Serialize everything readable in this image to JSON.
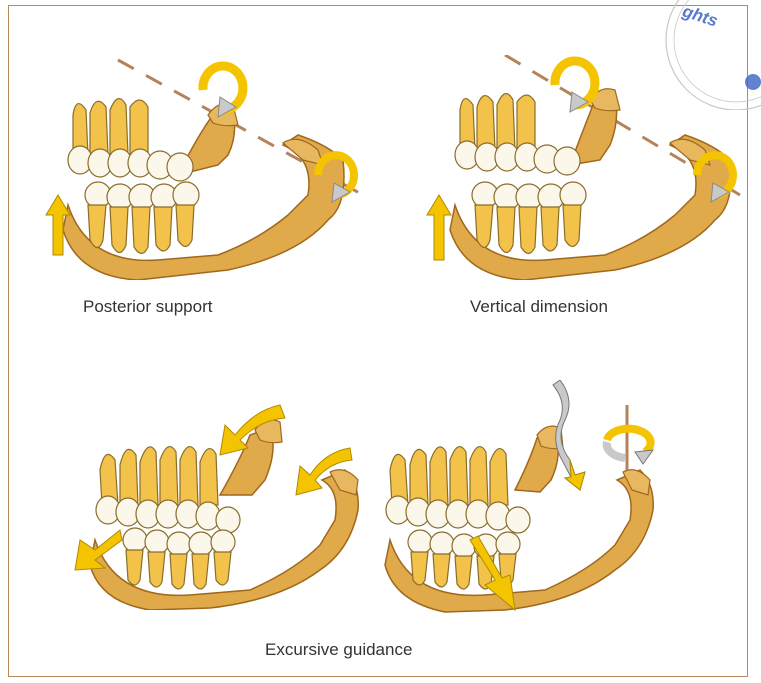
{
  "figure": {
    "captions": {
      "posterior_support": "Posterior support",
      "vertical_dimension": "Vertical dimension",
      "excursive_guidance": "Excursive guidance"
    },
    "watermark_text": "ghts",
    "colors": {
      "frame": "#b58a5c",
      "bone": "#e0a94a",
      "bone_shade": "#c98f34",
      "tooth": "#fbf7ea",
      "tooth_root": "#f2c24a",
      "arrow_yellow": "#f5c400",
      "arrow_grey": "#c9c9c9",
      "axis_line": "#b5835a",
      "watermark": "#3b63c4"
    }
  }
}
